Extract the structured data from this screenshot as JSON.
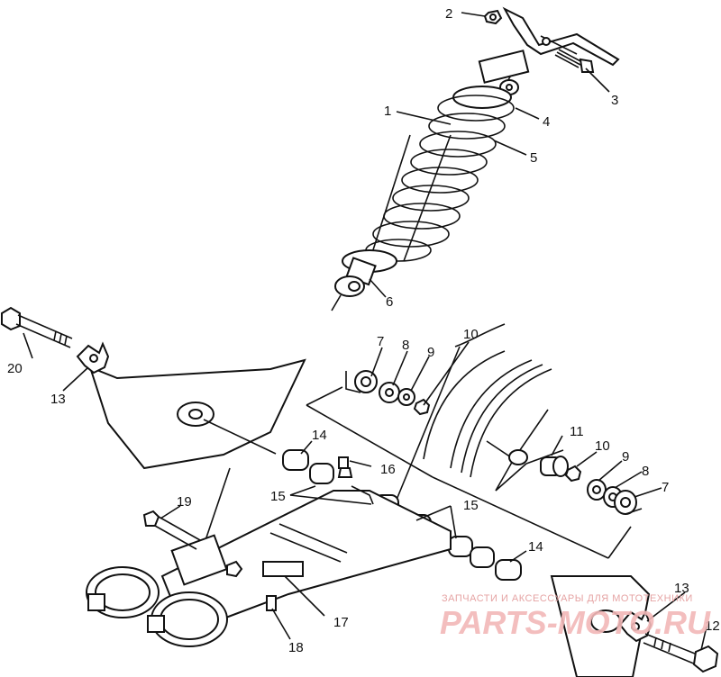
{
  "diagram": {
    "callouts": [
      "1",
      "2",
      "3",
      "4",
      "5",
      "6",
      "7",
      "8",
      "9",
      "10",
      "11",
      "10",
      "9",
      "8",
      "7",
      "12",
      "13",
      "13",
      "14",
      "14",
      "15",
      "15",
      "16",
      "17",
      "18",
      "19",
      "20"
    ]
  },
  "watermark": {
    "line1": "ЗАПЧАСТИ И АКСЕССУАРЫ ДЛЯ МОТОТЕХНИКИ",
    "line2": "PARTS-MOTO.RU"
  },
  "colors": {
    "ink": "#111111",
    "paper": "#ffffff",
    "watermark": "#e39a9a"
  }
}
